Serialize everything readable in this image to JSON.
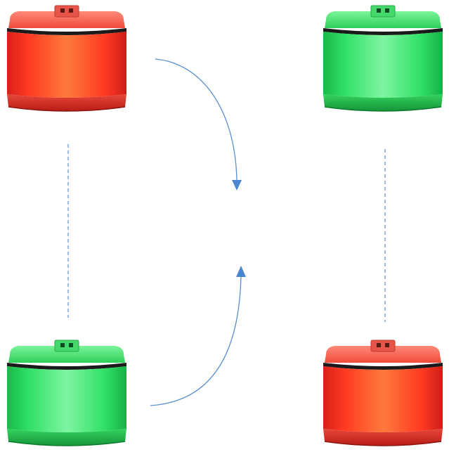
{
  "colors": {
    "red": "#ff4a2c",
    "green": "#3fe874",
    "arrow": "#5b8fcf",
    "dashed_line": "#5b8fcf"
  },
  "modules": [
    {
      "name": "light-module-top-left",
      "color": "red"
    },
    {
      "name": "light-module-bottom-left",
      "color": "green"
    },
    {
      "name": "light-module-top-right",
      "color": "green"
    },
    {
      "name": "light-module-bottom-right",
      "color": "red"
    }
  ],
  "connectors": [
    {
      "name": "dashed-connector-left"
    },
    {
      "name": "dashed-connector-right"
    }
  ],
  "arrows": [
    {
      "name": "curved-arrow-down",
      "direction": "down"
    },
    {
      "name": "curved-arrow-up",
      "direction": "up"
    }
  ]
}
